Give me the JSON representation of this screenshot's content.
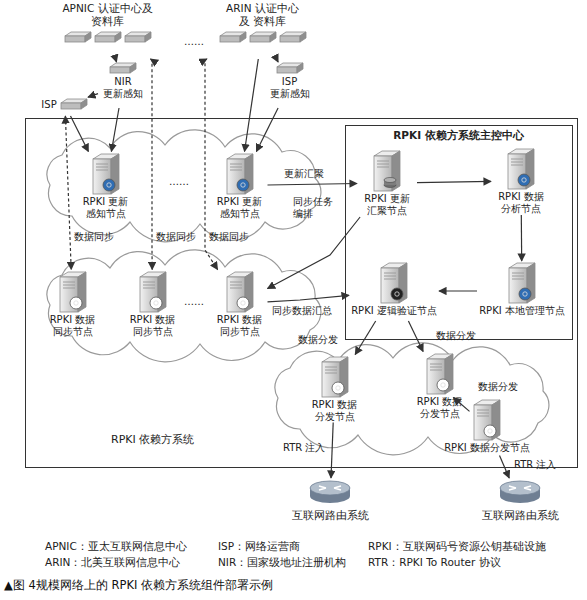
{
  "diagram": {
    "caption": "▲图 4规模网络上的 RPKI 依赖方系统组件部署示例",
    "nodes": [
      {
        "text": [
          "APNIC 认证中心及 资料库"
        ]
      },
      {
        "text": [
          "ARIN 认证中心 及 资料库"
        ]
      },
      {
        "text": [
          "NIR",
          "更新感知"
        ]
      },
      {
        "text": [
          "ISP"
        ]
      },
      {
        "text": [
          "ISP",
          "更新感知"
        ]
      },
      {
        "text": [
          "RPKI 依赖方系统"
        ]
      },
      {
        "text": [
          "RPKI 更新感知节点"
        ],
        "in": 5
      },
      {
        "text": [
          "RPKI 更新感知节点"
        ],
        "in": 5
      },
      {
        "text": [
          "RPKI 数据同步节点"
        ],
        "in": 5
      },
      {
        "text": [
          "RPKI 数据同步节点"
        ],
        "in": 5
      },
      {
        "text": [
          "RPKI 数据同步节点"
        ],
        "in": 5
      },
      {
        "text": [
          "RPKI 依赖方系统主控中心"
        ],
        "in": 5
      },
      {
        "text": [
          "RPKI 更新汇聚节点"
        ],
        "in": 11
      },
      {
        "text": [
          "RPKI 数据分析节点"
        ],
        "in": 11
      },
      {
        "text": [
          "RPKI 逻辑验证节点"
        ],
        "in": 11
      },
      {
        "text": [
          "RPKI 本地管理节点"
        ],
        "in": 11
      },
      {
        "text": [
          "RPKI 数据分发节点"
        ],
        "in": 5
      },
      {
        "text": [
          "RPKI 数据分发节点"
        ],
        "in": 5
      },
      {
        "text": [
          "RPKI 数据分发节点"
        ],
        "in": 5
      },
      {
        "text": [
          "互联网路由系统"
        ]
      },
      {
        "text": [
          "互联网路由系统"
        ]
      }
    ],
    "edges": [
      {
        "from": 0,
        "to": 2,
        "arrow": "to"
      },
      {
        "from": 2,
        "to": 3,
        "arrow": "to"
      },
      {
        "from": 3,
        "to": 6,
        "arrow": "to"
      },
      {
        "from": 2,
        "to": 6,
        "arrow": "to"
      },
      {
        "from": 1,
        "to": 4,
        "arrow": "to"
      },
      {
        "from": 4,
        "to": 7,
        "arrow": "to"
      },
      {
        "from": 1,
        "to": 7,
        "arrow": "to"
      },
      {
        "from": 3,
        "to": 8,
        "label": "数据同步",
        "arrow": "both"
      },
      {
        "from": 0,
        "to": 9,
        "label": "数据同步",
        "arrow": "both"
      },
      {
        "from": 1,
        "to": 10,
        "label": "数据同步",
        "arrow": "both"
      },
      {
        "from": 7,
        "to": 12,
        "label": "更新汇聚",
        "arrow": "to"
      },
      {
        "from": 12,
        "to": 10,
        "label": "同步任务编排",
        "arrow": "to"
      },
      {
        "from": 10,
        "to": 14,
        "label": "同步数据汇总",
        "arrow": "to"
      },
      {
        "from": 12,
        "to": 13,
        "arrow": "to"
      },
      {
        "from": 13,
        "to": 15,
        "arrow": "to"
      },
      {
        "from": 15,
        "to": 14,
        "arrow": "to"
      },
      {
        "from": 14,
        "to": 16,
        "label": "数据分发",
        "arrow": "to"
      },
      {
        "from": 14,
        "to": 17,
        "label": "数据分发",
        "arrow": "to"
      },
      {
        "from": 17,
        "to": 18,
        "label": "数据分发",
        "arrow": "to"
      },
      {
        "from": 16,
        "to": 19,
        "label": "RTR 注入",
        "arrow": "to"
      },
      {
        "from": 18,
        "to": 20,
        "label": "RTR 注入",
        "arrow": "to"
      }
    ],
    "labels": [
      "……",
      "……",
      "……",
      "APNIC：亚太互联网信息中心",
      "ISP：网络运营商",
      "RPKI：互联网码号资源公钥基础设施",
      "ARIN：北美互联网信息中心",
      "NIR：国家级地址注册机构",
      "RTR：RPKI To Router 协议"
    ]
  }
}
